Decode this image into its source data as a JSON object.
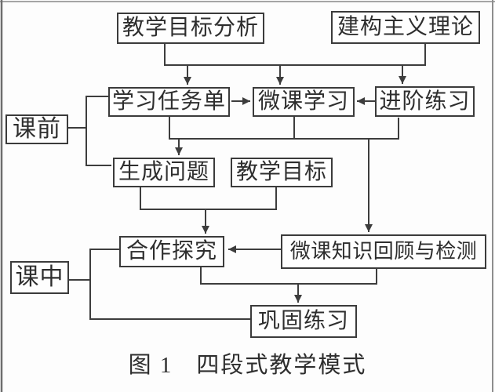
{
  "figure": {
    "type": "flowchart",
    "caption": {
      "label": "图 1",
      "title": "四段式教学模式"
    },
    "nodes": {
      "analysis": {
        "label": "教学目标分析"
      },
      "constructivism": {
        "label": "建构主义理论"
      },
      "task_list": {
        "label": "学习任务单"
      },
      "micro_learning": {
        "label": "微课学习"
      },
      "advanced_practice": {
        "label": "进阶练习"
      },
      "pre_class": {
        "label": "课前"
      },
      "generate_questions": {
        "label": "生成问题"
      },
      "teaching_goals": {
        "label": "教学目标"
      },
      "cooperative_inquiry": {
        "label": "合作探究"
      },
      "review_test": {
        "label": "微课知识回顾与检测"
      },
      "in_class": {
        "label": "课中"
      },
      "consolidation": {
        "label": "巩固练习"
      }
    },
    "edges": [
      {
        "from": "analysis,constructivism",
        "to": "task_list",
        "arrow": true
      },
      {
        "from": "analysis,constructivism",
        "to": "micro_learning",
        "arrow": true
      },
      {
        "from": "analysis,constructivism",
        "to": "advanced_practice",
        "arrow": true
      },
      {
        "from": "task_list",
        "to": "micro_learning",
        "arrow": true
      },
      {
        "from": "advanced_practice",
        "to": "micro_learning",
        "arrow": true
      },
      {
        "from": "pre_class",
        "to": "task_list",
        "arrow": false
      },
      {
        "from": "pre_class",
        "to": "generate_questions",
        "arrow": false
      },
      {
        "from": "task_list,micro_learning,advanced_practice",
        "to": "generate_questions",
        "arrow": true
      },
      {
        "from": "task_list,micro_learning,advanced_practice",
        "to": "review_test",
        "arrow": true
      },
      {
        "from": "generate_questions,teaching_goals",
        "to": "cooperative_inquiry",
        "arrow": true
      },
      {
        "from": "review_test",
        "to": "cooperative_inquiry",
        "arrow": true
      },
      {
        "from": "cooperative_inquiry,review_test",
        "to": "consolidation",
        "arrow": true
      },
      {
        "from": "in_class",
        "to": "cooperative_inquiry",
        "arrow": false
      },
      {
        "from": "in_class",
        "to": "consolidation",
        "arrow": false
      }
    ],
    "colors": {
      "line": "#3d3d3d",
      "box_border": "#3b3b3b",
      "text": "#2e2e2e",
      "background": "#fdfdfd",
      "scan_edge": "#8e8e8e"
    }
  }
}
